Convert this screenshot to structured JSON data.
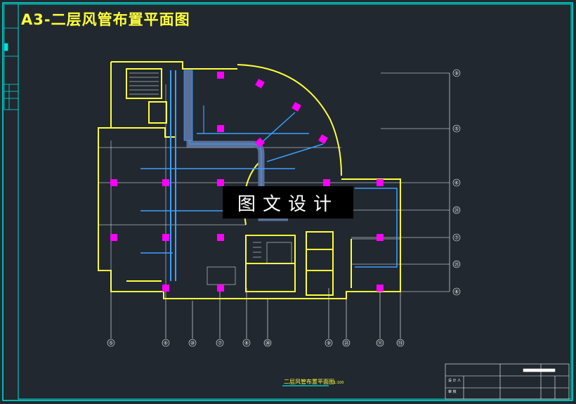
{
  "title": "A3-二层风管布置平面图",
  "watermark": "图文设计",
  "caption": "二层风管布置平面图",
  "caption_scale": "1:100",
  "axis_labels_bottom": [
    "⑤",
    "⑥",
    "⑩",
    "⑦",
    "⑧",
    "⑳",
    "⑨",
    "㉒",
    "⑪",
    "⑬"
  ],
  "axis_labels_right": [
    "⑨",
    "⑤",
    "⑥",
    "㉑",
    "⑦",
    "㉑",
    "⑧"
  ],
  "title_block": {
    "row1": "设 计 人",
    "row2": "审 核"
  },
  "colors": {
    "background": "#212830",
    "wall": "#ffff3a",
    "frame": "#00e5d8",
    "duct": "#3aa0ff",
    "duct_fill": "#5a6f9a",
    "diffuser": "#ff00ff",
    "grid_line": "#ffffff",
    "axis_line": "#00e5d8"
  }
}
